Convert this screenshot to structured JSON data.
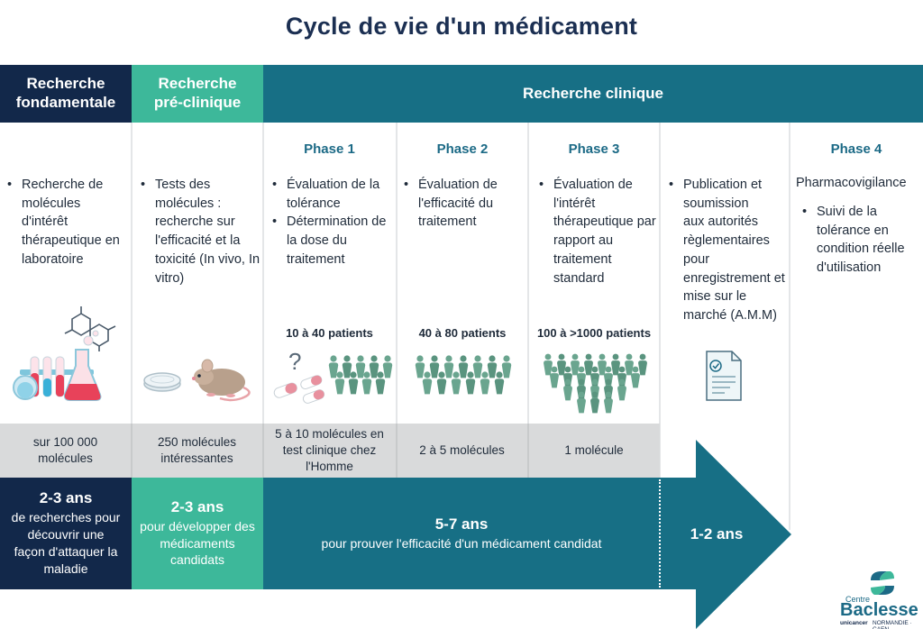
{
  "title": "Cycle de vie d'un médicament",
  "headers": {
    "fondamentale": "Recherche\nfondamentale",
    "preclinique": "Recherche\npré-clinique",
    "clinique": "Recherche clinique"
  },
  "columns": {
    "fondamentale": {
      "items": [
        "Recherche de molécules d'intérêt thérapeutique en laboratoire"
      ]
    },
    "preclinique": {
      "items": [
        "Tests des molécules : recherche sur l'efficacité et la toxicité (In vivo, In vitro)"
      ]
    },
    "phase1": {
      "title": "Phase 1",
      "items": [
        "Évaluation de la tolérance",
        "Détermination de la dose du traitement"
      ],
      "patients": "10 à 40 patients"
    },
    "phase2": {
      "title": "Phase 2",
      "items": [
        "Évaluation de l'efficacité du traitement"
      ],
      "patients": "40 à 80 patients"
    },
    "phase3": {
      "title": "Phase 3",
      "items": [
        "Évaluation de l'intérêt thérapeutique par rapport au traitement standard"
      ],
      "patients": "100 à >1000 patients"
    },
    "amm": {
      "items": [
        "Publication et soumission\n aux autorités règlementaires pour enregistrement et mise sur le marché (A.M.M)"
      ]
    },
    "phase4": {
      "title": "Phase 4",
      "subtitle": "Pharmacovigilance",
      "items": [
        "Suivi de la tolérance en condition réelle d'utilisation"
      ]
    }
  },
  "molecules": {
    "fondamentale": "sur 100 000\nmolécules",
    "preclinique": "250 molécules\nintéressantes",
    "phase1": "5 à 10 molécules en\ntest clinique chez\nl'Homme",
    "phase2": "2 à 5 molécules",
    "phase3": "1 molécule"
  },
  "durations": {
    "fondamentale": {
      "big": "2-3 ans",
      "small": "de recherches pour\ndécouvrir une\nfaçon d'attaquer la\nmaladie"
    },
    "preclinique": {
      "big": "2-3 ans",
      "small": "pour développer des\nmédicaments\ncandidats"
    },
    "clinique": {
      "big": "5-7 ans",
      "small": "pour prouver l'efficacité d'un médicament candidat"
    },
    "amm": {
      "big": "1-2 ans"
    }
  },
  "question_mark": "?",
  "logo": {
    "small": "Centre",
    "name": "Baclesse",
    "brand": "unicancer",
    "region": "NORMANDIE · CAEN"
  },
  "colors": {
    "navy": "#12284a",
    "green": "#3db89a",
    "teal": "#176f85",
    "phase_title": "#1c6a86",
    "gray_row": "#d9dadb",
    "people": "#6aa58f"
  }
}
